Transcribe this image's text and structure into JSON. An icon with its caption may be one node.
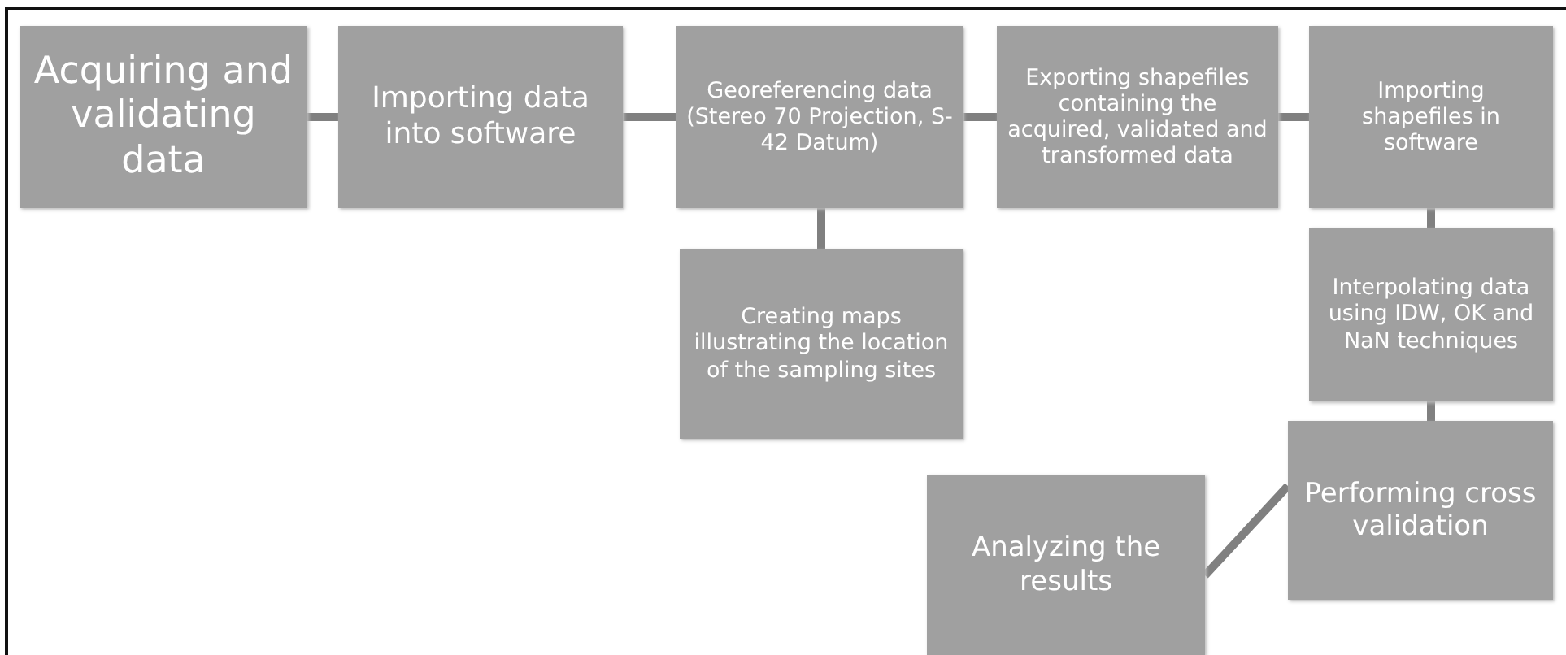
{
  "diagram": {
    "nodes": [
      {
        "text": [
          "Acquiring and validating data"
        ]
      },
      {
        "text": [
          "Importing data into software"
        ]
      },
      {
        "text": [
          "Georeferencing data (Stereo 70 Projection, S-42 Datum)"
        ]
      },
      {
        "text": [
          "Exporting shapefiles containing the acquired, validated and transformed data"
        ]
      },
      {
        "text": [
          "Importing shapefiles in software"
        ]
      },
      {
        "text": [
          "Creating maps illustrating the location of the sampling sites"
        ]
      },
      {
        "text": [
          "Interpolating data using IDW, OK and NaN techniques"
        ]
      },
      {
        "text": [
          "Performing cross validation"
        ]
      },
      {
        "text": [
          "Analyzing the results"
        ]
      }
    ],
    "edges": [
      {
        "from": 0,
        "to": 1,
        "arrow": "none"
      },
      {
        "from": 1,
        "to": 2,
        "arrow": "none"
      },
      {
        "from": 2,
        "to": 3,
        "arrow": "none"
      },
      {
        "from": 3,
        "to": 4,
        "arrow": "none"
      },
      {
        "from": 2,
        "to": 5,
        "arrow": "none"
      },
      {
        "from": 4,
        "to": 6,
        "arrow": "none"
      },
      {
        "from": 6,
        "to": 7,
        "arrow": "none"
      },
      {
        "from": 7,
        "to": 8,
        "arrow": "none"
      }
    ]
  }
}
